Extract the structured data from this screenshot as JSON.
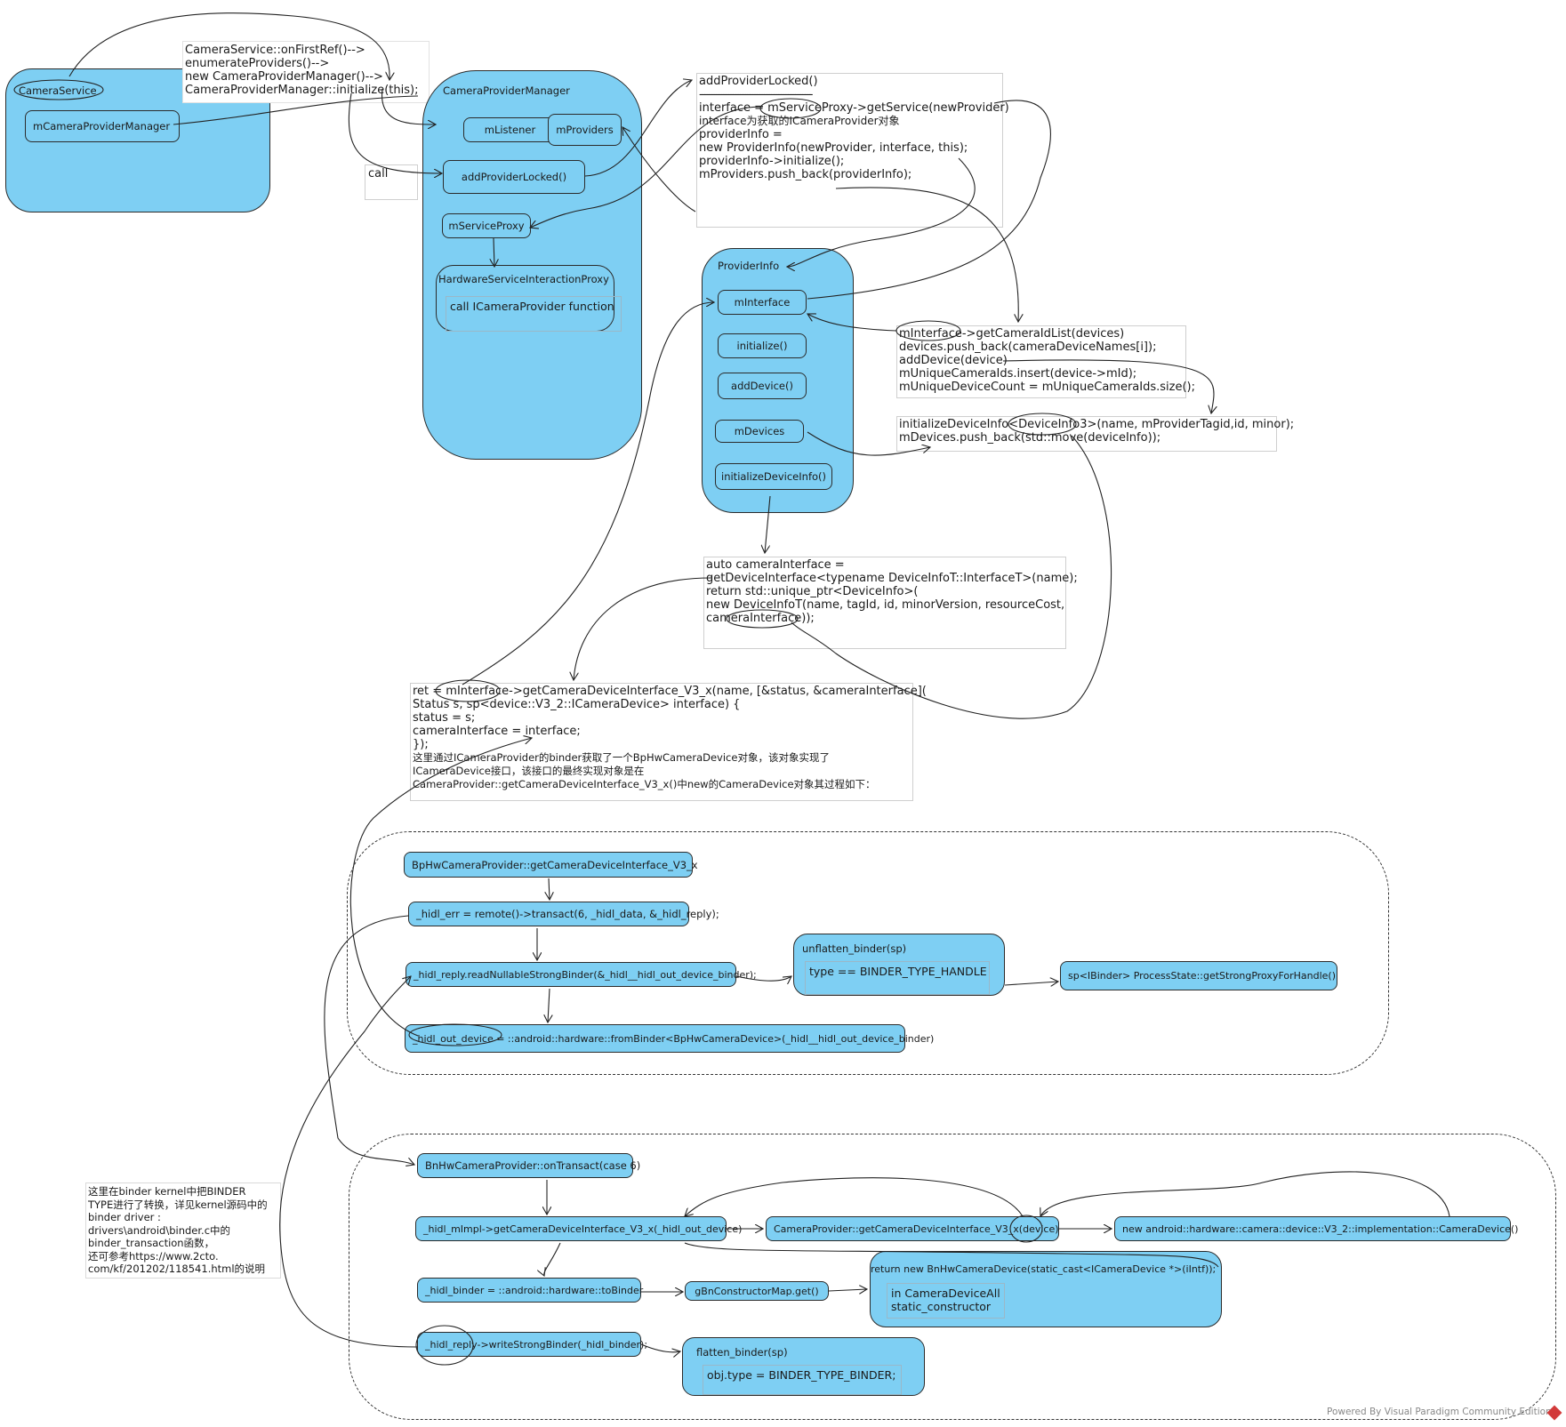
{
  "camera_service": {
    "title": "CameraService",
    "member": "mCameraProviderManager"
  },
  "note_first_ref": {
    "lines": [
      "CameraService::onFirstRef()-->",
      "enumerateProviders()-->",
      "new CameraProviderManager()-->",
      "CameraProviderManager::initialize(this);"
    ]
  },
  "call_label": "call",
  "camera_provider_manager": {
    "title": "CameraProviderManager",
    "m_listener": "mListener",
    "m_providers": "mProviders",
    "add_provider_locked": "addProviderLocked()",
    "m_service_proxy": "mServiceProxy",
    "hw_proxy_title": "HardwareServiceInteractionProxy",
    "hw_proxy_inner": "call ICameraProvider function"
  },
  "note_add_provider": {
    "lines": [
      "addProviderLocked()",
      "-----------------------------------------------",
      "interface = mServiceProxy->getService(newProvider)",
      "interface为获取的ICameraProvider对象",
      "",
      "providerInfo =",
      "new ProviderInfo(newProvider, interface, this);",
      "",
      "providerInfo->initialize();",
      "",
      "mProviders.push_back(providerInfo);"
    ]
  },
  "provider_info": {
    "title": "ProviderInfo",
    "m_interface": "mInterface",
    "initialize": "initialize()",
    "add_device": "addDevice()",
    "m_devices": "mDevices",
    "initialize_device_info": "initializeDeviceInfo()"
  },
  "note_initialize": {
    "lines": [
      "mInterface->getCameraIdList(devices)",
      "devices.push_back(cameraDeviceNames[i]);",
      "addDevice(device)",
      "mUniqueCameraIds.insert(device->mId);",
      "mUniqueDeviceCount = mUniqueCameraIds.size();"
    ]
  },
  "note_add_device": {
    "lines": [
      "initializeDeviceInfo<DeviceInfo3>(name, mProviderTagid,id, minor);",
      "mDevices.push_back(std::move(deviceInfo));"
    ]
  },
  "note_device_info": {
    "lines": [
      "auto cameraInterface =",
      "getDeviceInterface<typename DeviceInfoT::InterfaceT>(name);",
      "",
      "return std::unique_ptr<DeviceInfo>(",
      "new DeviceInfoT(name, tagId, id, minorVersion, resourceCost,",
      "cameraInterface));"
    ]
  },
  "note_get_device": {
    "lines": [
      "ret = mInterface->getCameraDeviceInterface_V3_x(name, [&status, &cameraInterface](",
      "Status s, sp<device::V3_2::ICameraDevice> interface) {",
      "status = s;",
      "cameraInterface = interface;",
      "});",
      "这里通过ICameraProvider的binder获取了一个BpHwCameraDevice对象，该对象实现了",
      "ICameraDevice接口，该接口的最终实现对象是在",
      "CameraProvider::getCameraDeviceInterface_V3_x()中new的CameraDevice对象其过程如下："
    ]
  },
  "bp_group": {
    "bp_get": "BpHwCameraProvider::getCameraDeviceInterface_V3_x",
    "transact": "_hidl_err = remote()->transact(6, _hidl_data, &_hidl_reply);",
    "read_binder": "_hidl_reply.readNullableStrongBinder(&_hidl__hidl_out_device_binder);",
    "from_binder": "_hidl_out_device = ::android::hardware::fromBinder<BpHwCameraDevice>(_hidl__hidl_out_device_binder)",
    "unflatten_title": "unflatten_binder(sp)",
    "unflatten_inner": "type == BINDER_TYPE_HANDLE",
    "strong_proxy": "sp<IBinder> ProcessState::getStrongProxyForHandle()"
  },
  "bn_group": {
    "on_transact": "BnHwCameraProvider::onTransact(case 6)",
    "impl_get": "_hidl_mImpl->getCameraDeviceInterface_V3_x(_hidl_out_device)",
    "provider_get": "CameraProvider::getCameraDeviceInterface_V3_x(device)",
    "new_device": "new android::hardware::camera::device::V3_2::implementation::CameraDevice()",
    "to_binder": "_hidl_binder = ::android::hardware::toBinder",
    "gbn_map": "gBnConstructorMap.get()",
    "return_title": "return new BnHwCameraDevice(static_cast<ICameraDevice *>(iIntf));",
    "return_inner": "in CameraDeviceAll\nstatic_constructor",
    "write_binder": "_hidl_reply->writeStrongBinder(_hidl_binder);",
    "flatten_title": "flatten_binder(sp)",
    "flatten_inner": "obj.type = BINDER_TYPE_BINDER;"
  },
  "note_binder_kernel": {
    "lines": [
      "这里在binder kernel中把BINDER",
      "TYPE进行了转换，详见kernel源码中的",
      "binder driver :",
      "drivers\\android\\binder.c中的",
      "binder_transaction函数，",
      "还可参考https://www.2cto.",
      "com/kf/201202/118541.html的说明"
    ]
  },
  "footer": "Powered By Visual Paradigm Community Edition",
  "colors": {
    "box_fill": "#7ecff3",
    "stroke": "#2b2b2b",
    "logo": "#d23a3a"
  }
}
